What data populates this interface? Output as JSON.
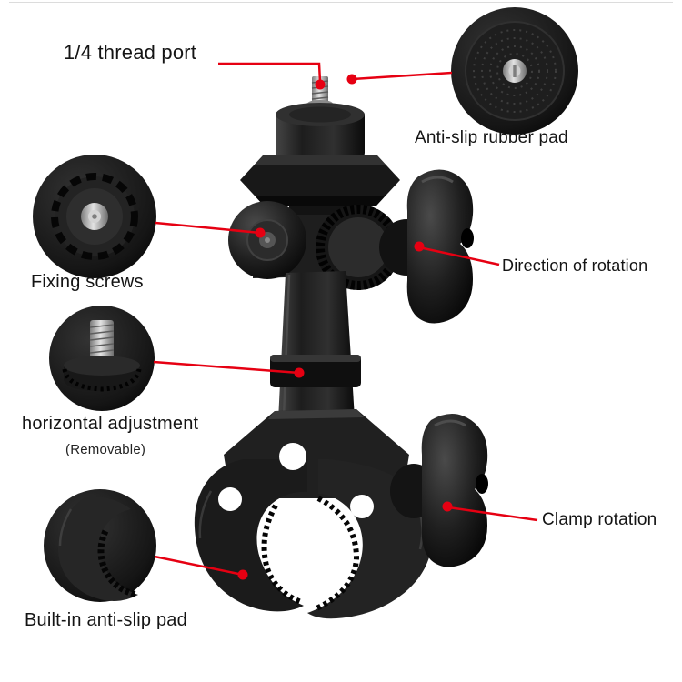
{
  "style": {
    "background_color": "#ffffff",
    "accent_color": "#e60012",
    "text_color": "#141414"
  },
  "callouts": {
    "thread_port": {
      "label": "1/4 thread port"
    },
    "rubber_pad": {
      "label": "Anti-slip rubber pad"
    },
    "fixing_screws": {
      "label": "Fixing screws"
    },
    "direction_of_rotation": {
      "label": "Direction of rotation"
    },
    "horizontal_adjustment": {
      "label": "horizontal adjustment",
      "sublabel": "(Removable)"
    },
    "clamp_rotation": {
      "label": "Clamp rotation"
    },
    "anti_slip_pad": {
      "label": "Built-in anti-slip pad"
    }
  }
}
